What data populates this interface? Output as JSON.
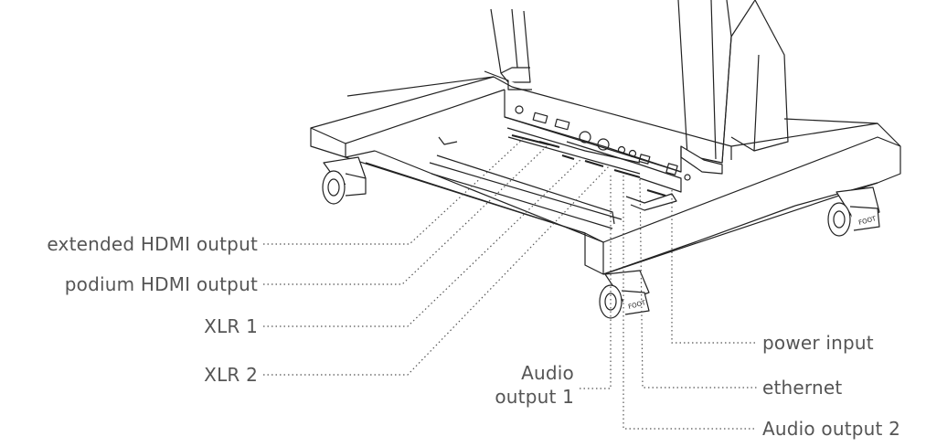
{
  "labels": {
    "extended_hdmi": "extended HDMI output",
    "podium_hdmi": "podium HDMI output",
    "xlr1": "XLR 1",
    "xlr2": "XLR 2",
    "audio_output_1_line1": "Audio",
    "audio_output_1_line2": "output 1",
    "power_input": "power input",
    "ethernet": "ethernet",
    "audio_output_2": "Audio output 2"
  },
  "plate_text": {
    "wheel_label": "FOOT"
  },
  "colors": {
    "line": "#222222",
    "leader": "#555555",
    "text": "#555555"
  }
}
